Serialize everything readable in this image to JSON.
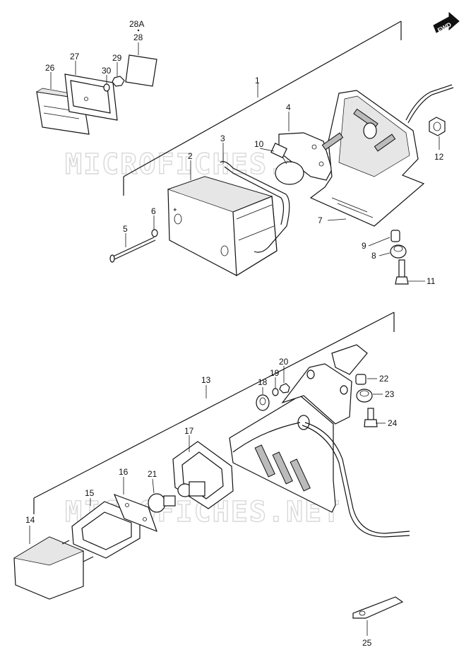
{
  "watermark": "MICROFICHES.NET",
  "direction_badge": "FWD",
  "callouts": {
    "c1": "1",
    "c2": "2",
    "c3": "3",
    "c4": "4",
    "c5": "5",
    "c6": "6",
    "c7": "7",
    "c8": "8",
    "c9": "9",
    "c10": "10",
    "c11": "11",
    "c12": "12",
    "c13": "13",
    "c14": "14",
    "c15": "15",
    "c16": "16",
    "c17": "17",
    "c18": "18",
    "c19": "19",
    "c20": "20",
    "c21": "21",
    "c22": "22",
    "c23": "23",
    "c24": "24",
    "c25": "25",
    "c26": "26",
    "c27": "27",
    "c28": "28",
    "c28a": "28A",
    "c29": "29",
    "c30": "30"
  }
}
